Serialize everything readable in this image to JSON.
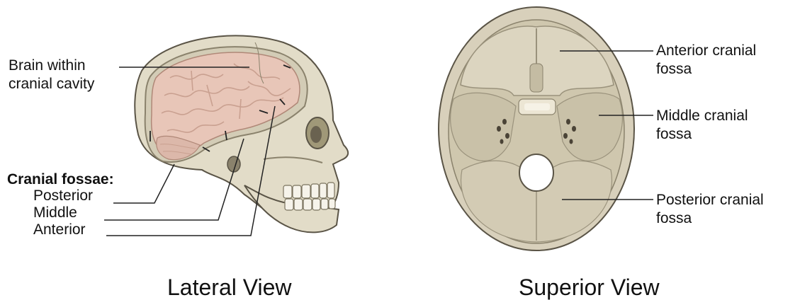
{
  "lateral": {
    "brain_label_line1": "Brain within",
    "brain_label_line2": "cranial cavity",
    "fossae_heading": "Cranial fossae:",
    "posterior": "Posterior",
    "middle": "Middle",
    "anterior": "Anterior",
    "caption": "Lateral View"
  },
  "superior": {
    "anterior_line1": "Anterior cranial",
    "anterior_line2": "fossa",
    "middle_line1": "Middle cranial",
    "middle_line2": "fossa",
    "posterior_line1": "Posterior cranial",
    "posterior_line2": "fossa",
    "caption": "Superior View"
  },
  "colors": {
    "bone": "#e2dcc8",
    "bone_shadow": "#c9c1a8",
    "brain": "#e8c6b8",
    "brain_fold": "#c9a090",
    "outline": "#5a5446",
    "leader": "#222222"
  }
}
